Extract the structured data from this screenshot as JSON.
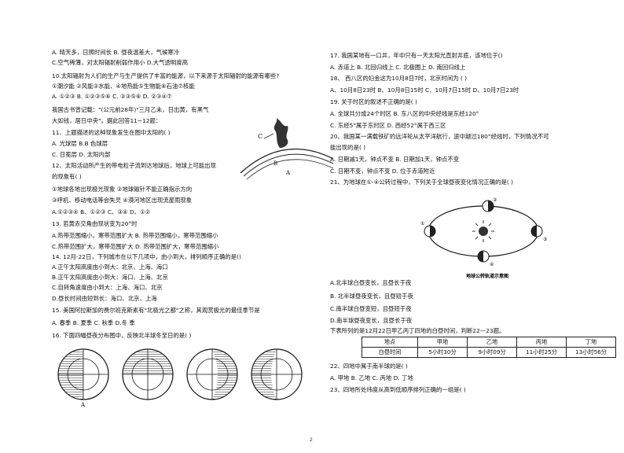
{
  "left": {
    "lines": [
      "A. 晴天多，日照时间长                          B. 昼夜温差大，气候寒冷",
      "C.空气稀薄，对太阳辐射削弱作用小          D.大气透明度高",
      "10.太阳辐射为人们的生产与生产提供了丰富的能源，以下来源于太阳辐射的能源有哪些?",
      "①潮汐能      ②风能③水能、④地热能⑤生物能⑥石油⑦核能",
      "A. ①②③        B. ①②③⑤⑥          C. ②③⑤⑥           D. ②③④⑦",
      "我国古书曾记载：\"(公元前28年)\"三月乙未，日出黄，有黑气",
      "大如钱，居日中央\"。据此回答11~12题：",
      "11、上题描述的这种现象发生在图中太阳的(        )",
      "A. 光球层                         B.B  色球层",
      "C. 日冕层                         D. 太阳内部",
      "12、太阳活动所产生的带电粒子流到达地球后，地球上可能出现",
      "的现象有(     )",
      "①地球各地出现极光现象           ②地球磁针不能正确指示方向",
      "③呼机、移动电话等会失灵          ④漠河地区出现流星雨现象",
      "A.①②③④        B、①②③          C、③④              D、①②",
      "13. 若黄赤交角由现状变为20°时",
      "A.热带范围缩小，寒带范围扩大   B. 热带范围缩小，寒带范围缩小",
      "C.热带范围扩大，寒带范围扩大   D. 热带范围扩大，寒带范围缩小",
      "14. 12月-22日，下列城市在以下几项中，由小到大，排列顺序正确的是()",
      "A.正午太阳高度由小到大：北京、上海、海口",
      "B.正午太阳高度由小到大：海口、上海、北京",
      "C.自转角速度由小到大：上海、海口、北京",
      "D.昼长时间由短到长：海口、北京、上海",
      "15. 美国阿拉斯加的费尔班克斯素有\"北极光之都\"之称，其观赏极光的最佳季节是",
      "A. 春季                    B. 夏季                C. 秋季                D.冬  季",
      "16. 下面四幅昼夜分布图中，反映北半球冬至日的是(        )"
    ],
    "fig_letters": [
      "C",
      "B",
      "A"
    ],
    "circle_label": "A"
  },
  "right": {
    "lines": [
      "17. 我国某地有一口井，年中只有一天太阳光直射井底，该地位于()",
      "A. 赤道上               B. 北回归线上           C. 北极圈上         D. 南回归线上",
      "18、 西八区的妇金这为10月8日7时，北京时间为 (          )",
      "A、10月8日23时          B、10月8日15时          C、10月7日15时         D、10月7日23时",
      "19. 关于时区的叙述不正确的是(       )",
      "A. 全球共分成24个时区                B. 东八区的中央经线是东经120°",
      "C. 东经5°属于东时区                    D. 西经52°属于西三区",
      "20、我国某一满载铁矿的远洋轮从太平洋航行，途中越过180°经线时，下列情况不可",
      "能出现的是(      )",
      "A. 日期减1天，钟点不变        B. 日期加1天，钟点不变",
      "C. 日期不变，钟点不变          D. 位于赤道附近",
      "21、为地球在①-④公转过程中，下列关于全球昼夜变化情况正确的是(      )",
      "A.北半球白昼变长，且昼长于夜",
      "B. 北半球昼夜变长，且昼短于夜",
      "C.南半球白昼变短，且昼短于夜",
      "D.南半球昼夜变长，且昼长于夜",
      "下表所列的是12月22日甲乙丙丁四地的白昼时间，判断22—23题。",
      "22、四地中属于南半球的是(        )",
      "A. 甲地        B. 乙地         C. 丙地          D. 丁地",
      "23、四地所处纬度从高到低顺序排列正确的一组是(         )"
    ],
    "orbit_caption": "地球公转轨道示意图",
    "orbit_labels": [
      "①",
      "②",
      "③",
      "④"
    ],
    "table": {
      "row1": [
        "地点",
        "甲地",
        "乙地",
        "丙地",
        "丁地"
      ],
      "row2": [
        "白昼时间",
        "5小时30分",
        "9小时09分",
        "11小时25分",
        "13小时56分"
      ]
    }
  },
  "page_number": "2"
}
